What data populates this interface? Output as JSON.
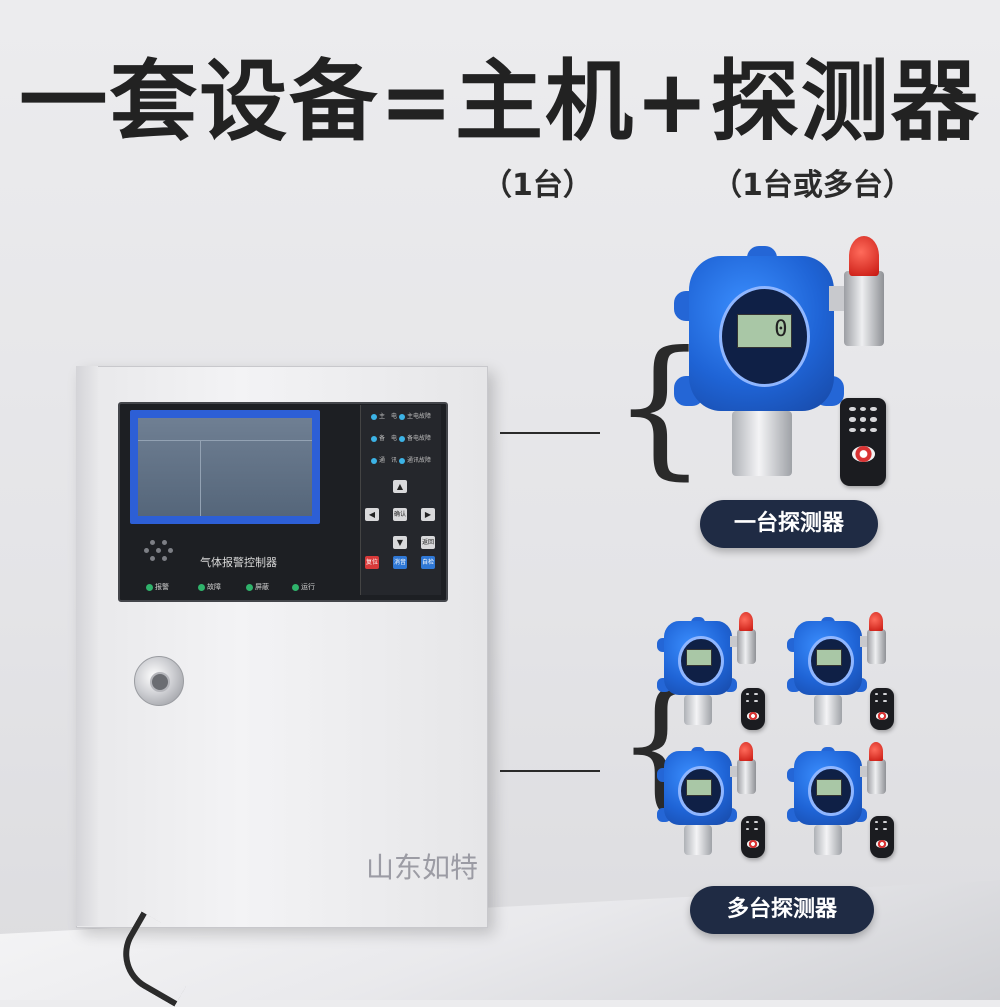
{
  "headline": "一套设备=主机+探测器",
  "sub_host": "（1台）",
  "sub_detector": "（1台或多台）",
  "controller": {
    "panel_label": "气体报警控制器",
    "leds": [
      "报警",
      "故障",
      "屏蔽",
      "运行"
    ],
    "status": [
      "主　电",
      "主电故障",
      "备　电",
      "备电故障",
      "通　讯",
      "通讯故障"
    ],
    "keys": {
      "up": "▲",
      "left": "◀",
      "confirm": "确认",
      "right": "▶",
      "down": "▼",
      "back": "返回",
      "reset": "复位",
      "silence": "消音",
      "self_check": "自检"
    }
  },
  "detector_display_value": "0",
  "labels": {
    "single": "一台探测器",
    "multi": "多台探测器"
  },
  "watermark": "山东如特",
  "colors": {
    "detector_blue": "#1f64d6",
    "pill_bg": "#1f2b44",
    "screen_blue": "#2d5fd6",
    "alarm_red": "#c6160f"
  }
}
